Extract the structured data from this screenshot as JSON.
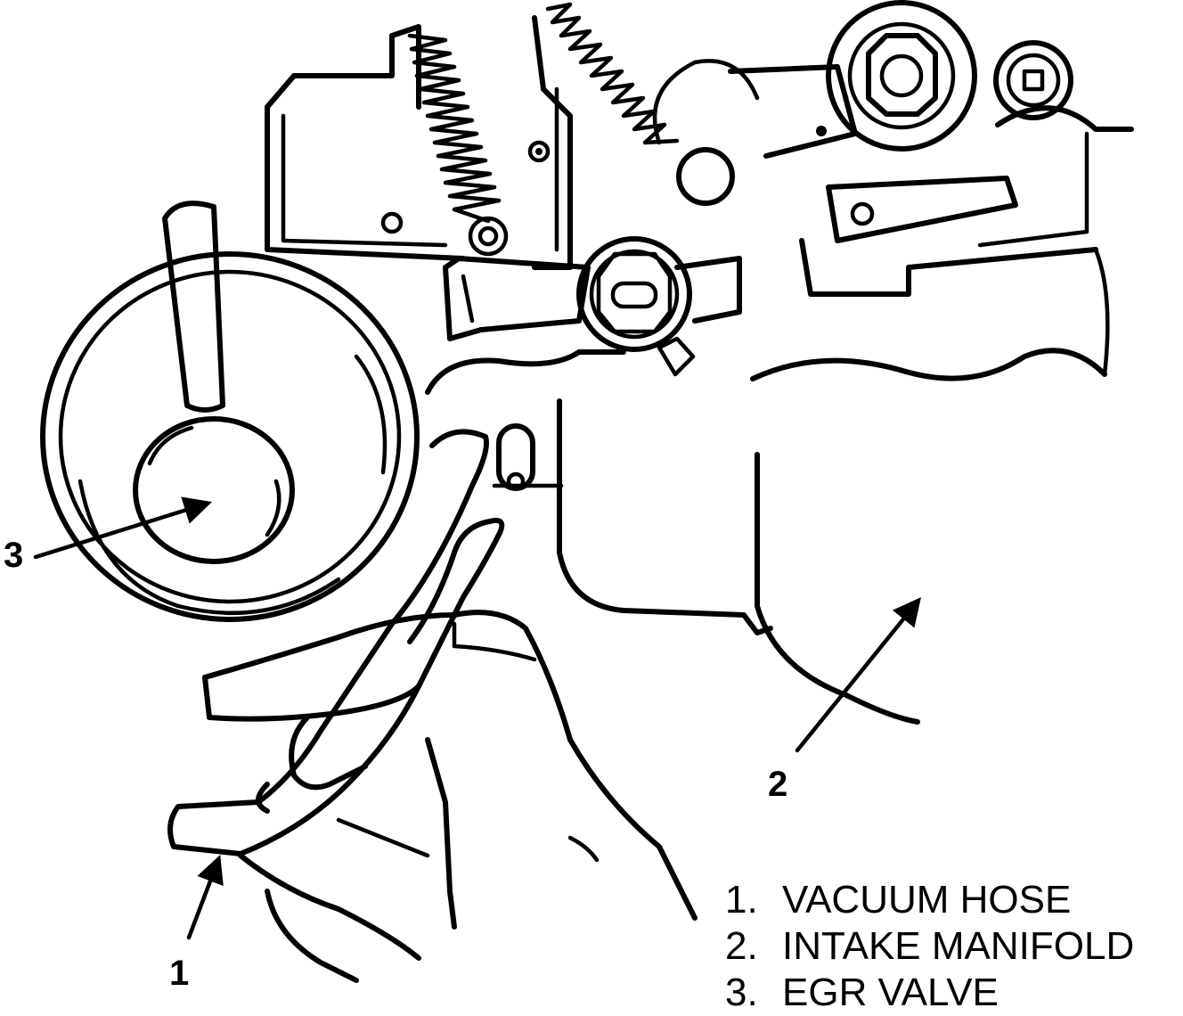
{
  "figure": {
    "callouts": {
      "vacuum_hose": "1",
      "intake_manifold": "2",
      "egr_valve": "3"
    },
    "legend": [
      {
        "number": "1.",
        "label": "VACUUM HOSE"
      },
      {
        "number": "2.",
        "label": "INTAKE MANIFOLD"
      },
      {
        "number": "3.",
        "label": "EGR VALVE"
      }
    ]
  }
}
